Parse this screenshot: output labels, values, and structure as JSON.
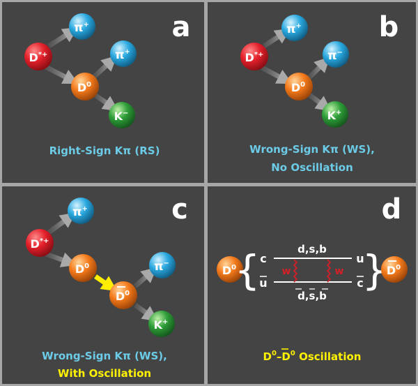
{
  "colors": {
    "panel_bg": "#444444",
    "border": "#a7a7a7",
    "caption_blue": "#6ccbe6",
    "caption_yellow": "#fff200",
    "arrow_gray": "#8e8e8e",
    "arrow_yellow": "#ffee00",
    "wline_red": "#d61f26",
    "red_particle": "#e3202a",
    "orange_particle": "#f47a1b",
    "blue_particle": "#2aa9e0",
    "green_particle": "#2f9e39"
  },
  "panels": {
    "a": {
      "letter": "a",
      "caption": "Right-Sign Kπ (RS)",
      "particles": {
        "dstar": {
          "base": "D",
          "sup": "*+"
        },
        "pi_top": {
          "base": "π",
          "sup": "+"
        },
        "pi_right": {
          "base": "π",
          "sup": "+"
        },
        "d0": {
          "base": "D",
          "sup": "0"
        },
        "k": {
          "base": "K",
          "sup": "−"
        }
      }
    },
    "b": {
      "letter": "b",
      "caption_line1": "Wrong-Sign Kπ (WS),",
      "caption_line2": "No Oscillation",
      "particles": {
        "dstar": {
          "base": "D",
          "sup": "*+"
        },
        "pi_top": {
          "base": "π",
          "sup": "+"
        },
        "pi_right": {
          "base": "π",
          "sup": "−"
        },
        "d0": {
          "base": "D",
          "sup": "0"
        },
        "k": {
          "base": "K",
          "sup": "+"
        }
      }
    },
    "c": {
      "letter": "c",
      "caption_line1": "Wrong-Sign Kπ (WS),",
      "caption_line2": "With Oscillation",
      "particles": {
        "dstar": {
          "base": "D",
          "sup": "*+"
        },
        "pi_top": {
          "base": "π",
          "sup": "+"
        },
        "d0": {
          "base": "D",
          "sup": "0"
        },
        "d0bar": {
          "base": "D",
          "sup": "0"
        },
        "pi_right": {
          "base": "π",
          "sup": "−"
        },
        "k": {
          "base": "K",
          "sup": "+"
        }
      }
    },
    "d": {
      "letter": "d",
      "caption_a": "D",
      "caption_a_sup": "0",
      "caption_dash": "–",
      "caption_b": "D",
      "caption_b_sup": "0",
      "caption_rest": " Oscillation",
      "left_particle": {
        "base": "D",
        "sup": "0"
      },
      "right_particle": {
        "base": "D",
        "sup": "0"
      },
      "quark_top_left": "c",
      "quark_bottom_left": "u",
      "quark_top_right": "u",
      "quark_bottom_right": "c",
      "top_label": "d,s,b",
      "bottom_label": "d,s,b",
      "w_left": "w",
      "w_right": "w"
    }
  }
}
